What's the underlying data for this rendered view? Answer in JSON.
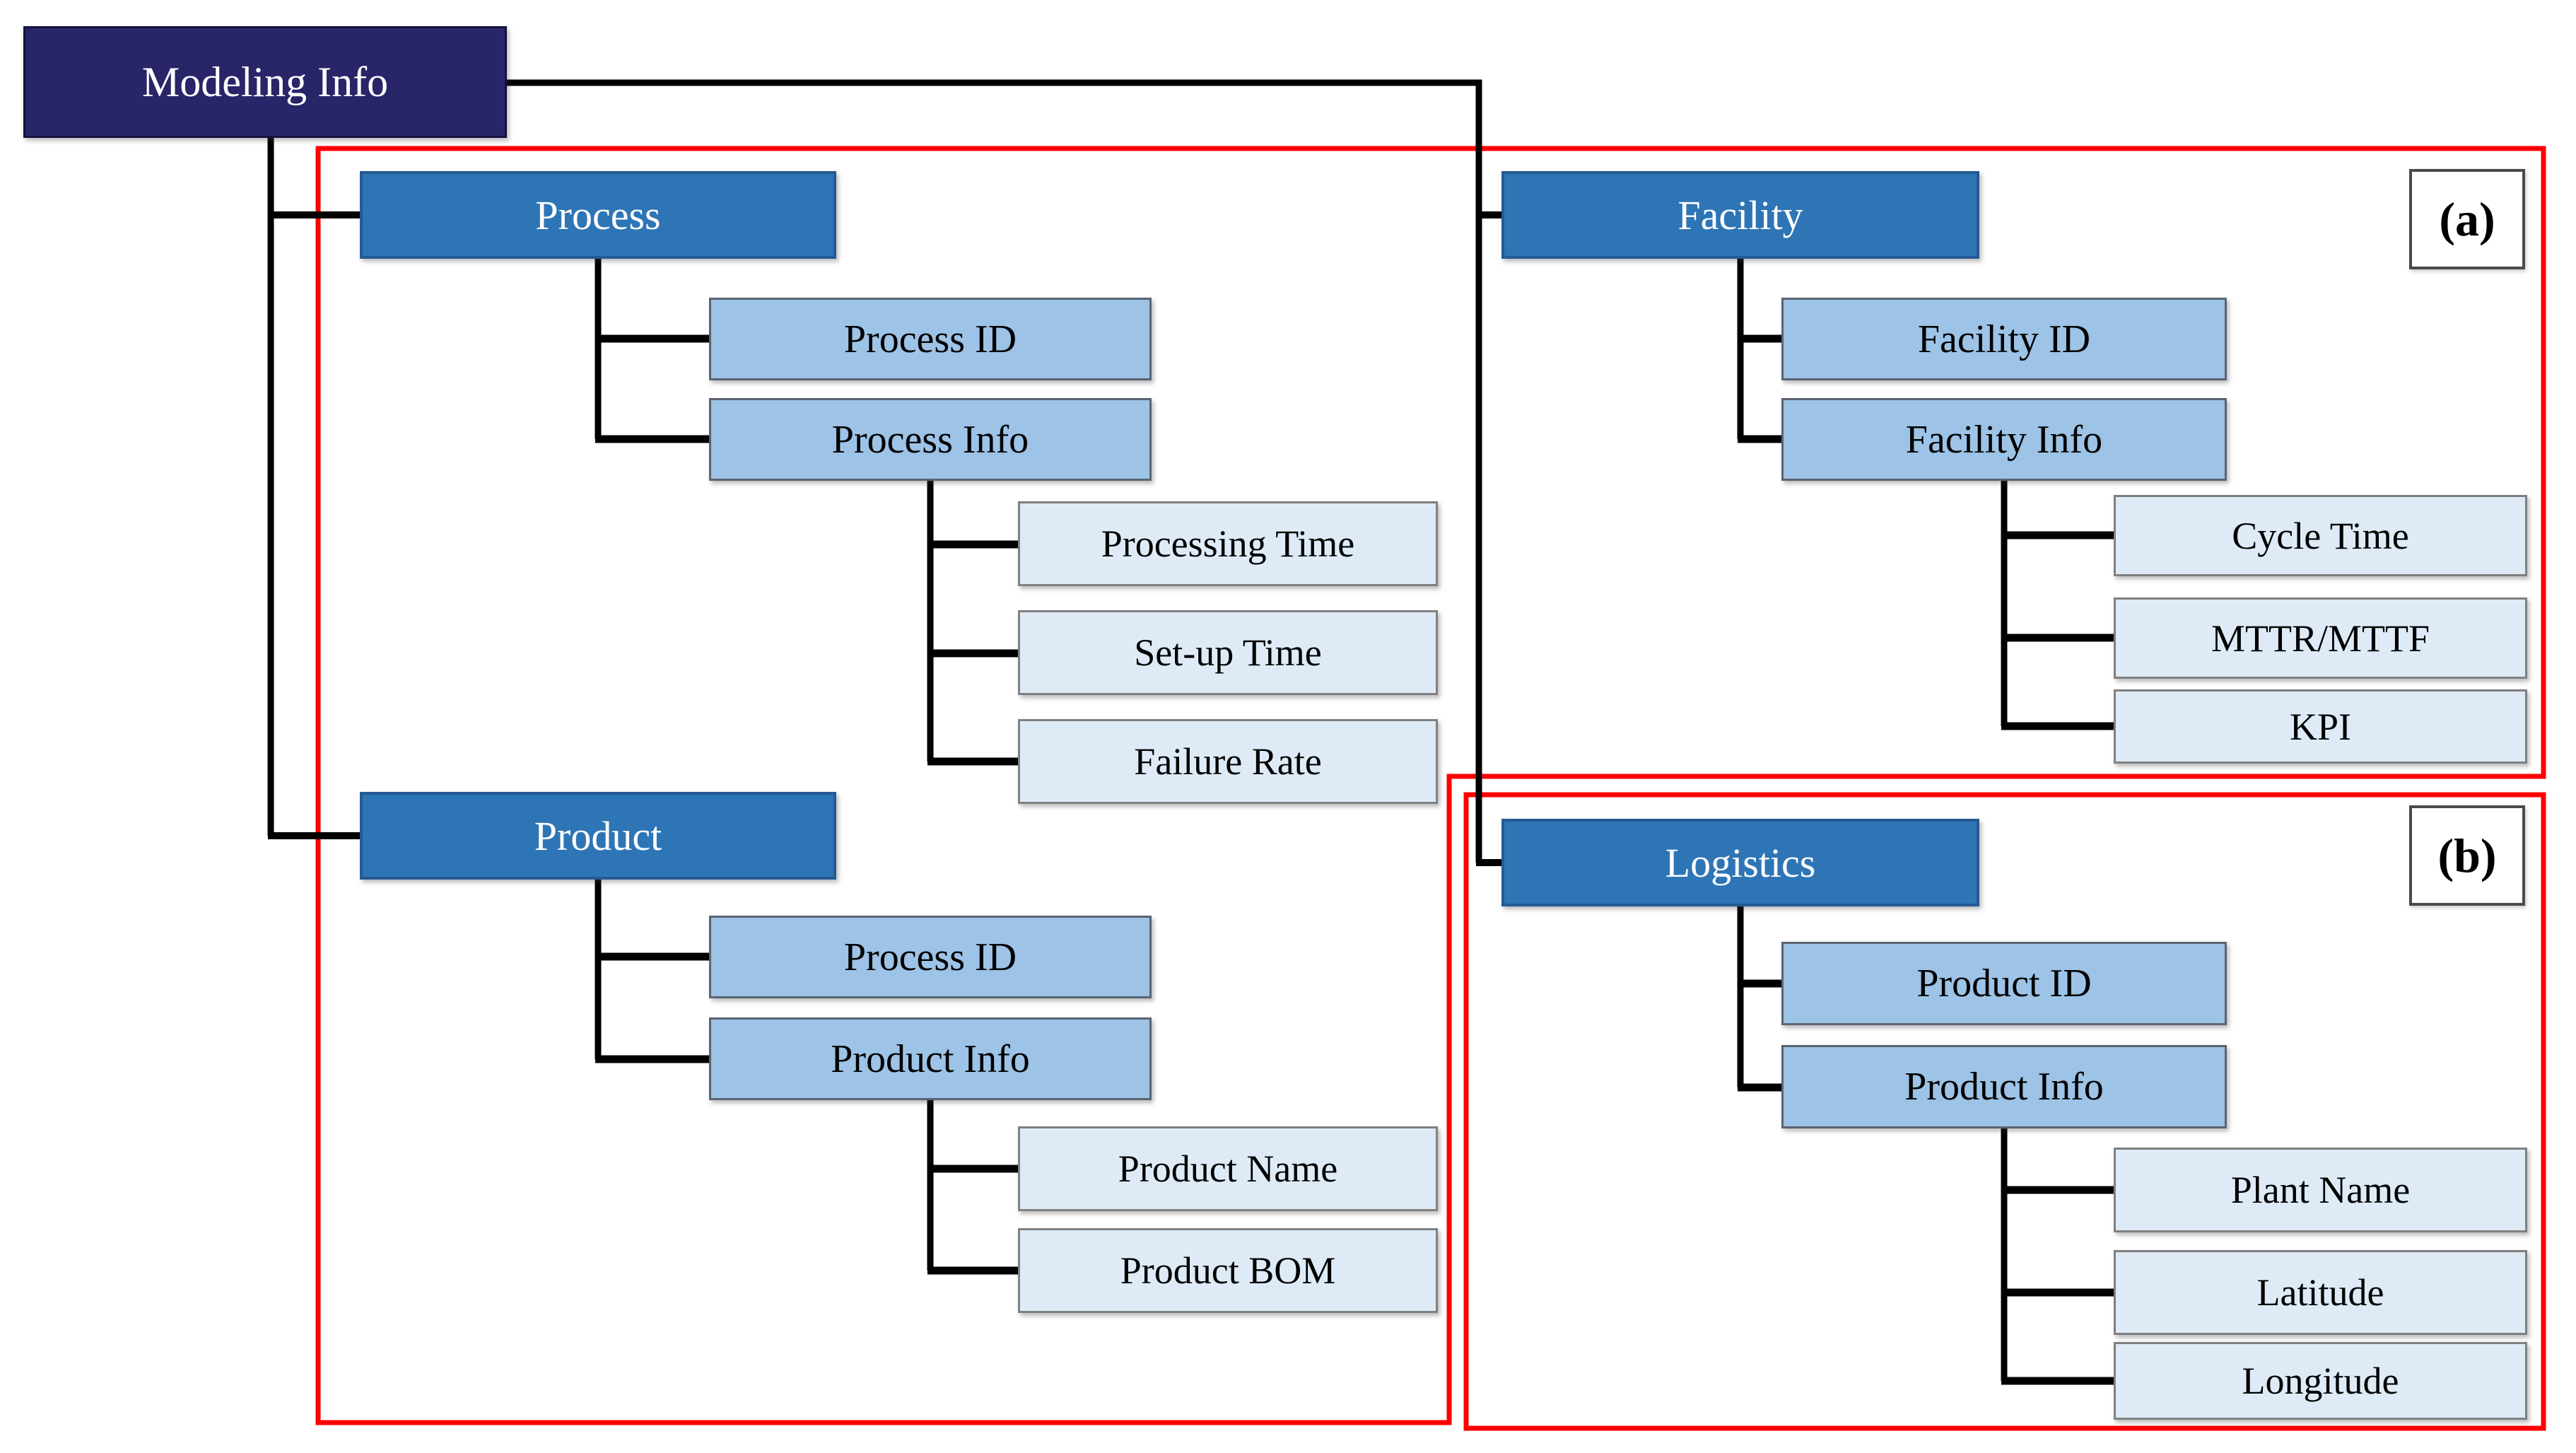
{
  "figure": {
    "root": {
      "label": "Modeling Info"
    },
    "groups": {
      "process": {
        "label": "Process",
        "children": [
          {
            "label": "Process ID"
          },
          {
            "label": "Process Info",
            "children": [
              {
                "label": "Processing Time"
              },
              {
                "label": "Set-up Time"
              },
              {
                "label": "Failure Rate"
              }
            ]
          }
        ]
      },
      "facility": {
        "label": "Facility",
        "children": [
          {
            "label": "Facility ID"
          },
          {
            "label": "Facility Info",
            "children": [
              {
                "label": "Cycle Time"
              },
              {
                "label": "MTTR/MTTF"
              },
              {
                "label": "KPI"
              }
            ]
          }
        ]
      },
      "product": {
        "label": "Product",
        "children": [
          {
            "label": "Process ID"
          },
          {
            "label": "Product Info",
            "children": [
              {
                "label": "Product Name"
              },
              {
                "label": "Product BOM"
              }
            ]
          }
        ]
      },
      "logistics": {
        "label": "Logistics",
        "children": [
          {
            "label": "Product ID"
          },
          {
            "label": "Product Info",
            "children": [
              {
                "label": "Plant Name"
              },
              {
                "label": "Latitude"
              },
              {
                "label": "Longitude"
              }
            ]
          }
        ]
      }
    },
    "annotations": {
      "a": "(a)",
      "b": "(b)"
    },
    "colors": {
      "root_fill": "#282668",
      "header_fill": "#2E75B6",
      "mid_fill": "#9DC3E6",
      "leaf_fill": "#DEEBF7",
      "outline_red": "#ff0000",
      "connector_black": "#000000"
    }
  }
}
